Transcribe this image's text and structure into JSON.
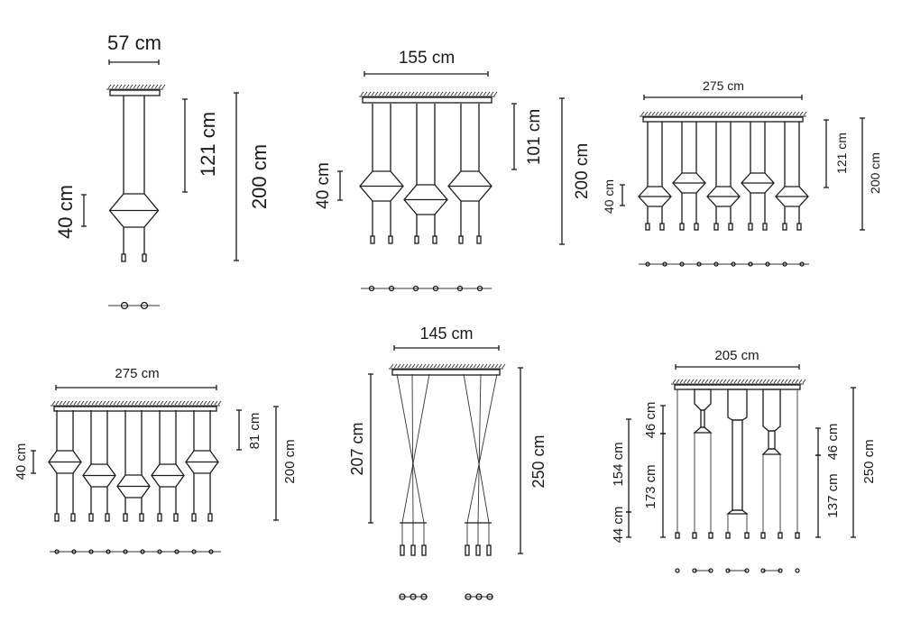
{
  "panels": [
    {
      "name": "single-pendant",
      "width": "57 cm",
      "drop": "121 cm",
      "total_height": "200 cm",
      "shade_height": "40 cm"
    },
    {
      "name": "three-pendant",
      "width": "155 cm",
      "drop": "101 cm",
      "total_height": "200 cm",
      "shade_height": "40 cm"
    },
    {
      "name": "five-pendant-staggered",
      "width": "275 cm",
      "drop": "121 cm",
      "total_height": "200 cm",
      "shade_height": "40 cm"
    },
    {
      "name": "five-pendant-wave",
      "width": "275 cm",
      "drop": "81 cm",
      "total_height": "200 cm",
      "shade_height": "40 cm"
    },
    {
      "name": "crossed-wire",
      "width": "145 cm",
      "drop": "207 cm",
      "total_height": "250 cm"
    },
    {
      "name": "tube-pendant",
      "width": "205 cm",
      "upper_left": "46 cm",
      "lower_left": "173 cm",
      "outer_upper": "154 cm",
      "outer_lower": "44 cm",
      "upper_right": "46 cm",
      "lower_right": "137 cm",
      "total_height": "250 cm"
    }
  ],
  "colors": {
    "line": "#1a1a1a",
    "background": "#ffffff"
  }
}
